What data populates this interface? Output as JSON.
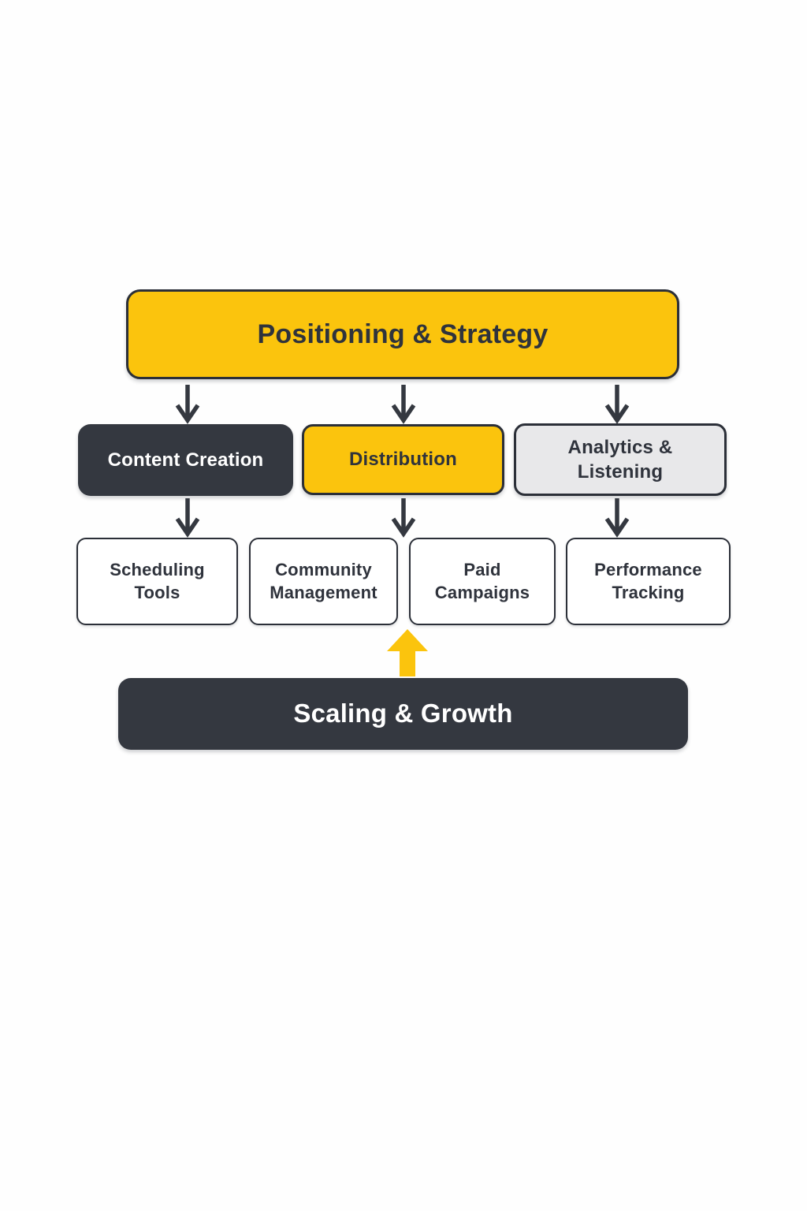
{
  "diagram": {
    "title": "Social media workflow diagram",
    "nodes": {
      "positioning_strategy": {
        "label": "Positioning & Strategy",
        "style": "yellow"
      },
      "content_creation": {
        "label": "Content Creation",
        "style": "dark"
      },
      "distribution": {
        "label": "Distribution",
        "style": "yellow"
      },
      "analytics_listening": {
        "label": "Analytics & Listening",
        "style": "gray"
      },
      "scheduling_tools": {
        "label": "Scheduling Tools",
        "style": "white"
      },
      "community_management": {
        "label": "Community Management",
        "style": "white"
      },
      "paid_campaigns": {
        "label": "Paid Campaigns",
        "style": "white"
      },
      "performance_tracking": {
        "label": "Performance Tracking",
        "style": "white"
      },
      "scaling_growth": {
        "label": "Scaling & Growth",
        "style": "dark"
      }
    },
    "edges": [
      {
        "from": "positioning_strategy",
        "to": "content_creation",
        "direction": "down"
      },
      {
        "from": "positioning_strategy",
        "to": "distribution",
        "direction": "down"
      },
      {
        "from": "positioning_strategy",
        "to": "analytics_listening",
        "direction": "down"
      },
      {
        "from": "content_creation",
        "to": "scheduling_tools",
        "direction": "down"
      },
      {
        "from": "distribution",
        "to": "community_management_paid_campaigns",
        "direction": "down"
      },
      {
        "from": "analytics_listening",
        "to": "performance_tracking",
        "direction": "down"
      },
      {
        "from": "scaling_growth",
        "to": "community_management_paid_campaigns",
        "direction": "up"
      }
    ],
    "colors": {
      "yellow": "#fbc40d",
      "charcoal": "#343840",
      "light_gray": "#e8e8ea",
      "white": "#ffffff",
      "border_dark": "#2b2f38",
      "text_dark": "#2f333c",
      "arrow_dark": "#343840",
      "arrow_yellow": "#fbc40d",
      "background": "#fefefe"
    }
  }
}
